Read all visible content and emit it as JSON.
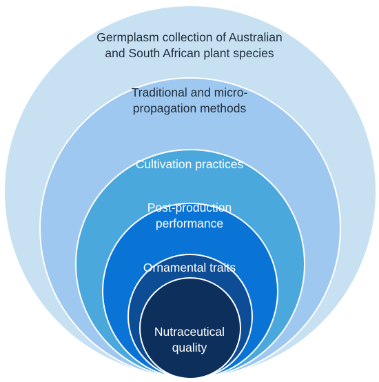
{
  "diagram": {
    "layers": [
      {
        "id": "germplasm",
        "lines": [
          "Germplasm collection of Australian",
          "and South African plant species"
        ],
        "fill": "#c7e1f3",
        "text_color": "#1f2d3a"
      },
      {
        "id": "propagation",
        "lines": [
          "Traditional and micro-",
          "propagation methods"
        ],
        "fill": "#9ec8f0",
        "text_color": "#1f2d3a"
      },
      {
        "id": "cultivation",
        "lines": [
          "Cultivation practices"
        ],
        "fill": "#4aa8dd",
        "text_color": "#ffffff"
      },
      {
        "id": "post-production",
        "lines": [
          "Post-production",
          "performance"
        ],
        "fill": "#0a74d6",
        "text_color": "#ffffff"
      },
      {
        "id": "ornamental",
        "lines": [
          "Ornamental traits"
        ],
        "fill": "#0d4d96",
        "text_color": "#ffffff"
      },
      {
        "id": "nutraceutical",
        "lines": [
          "Nutraceutical",
          "quality"
        ],
        "fill": "#0c2f5c",
        "text_color": "#ffffff"
      }
    ]
  }
}
